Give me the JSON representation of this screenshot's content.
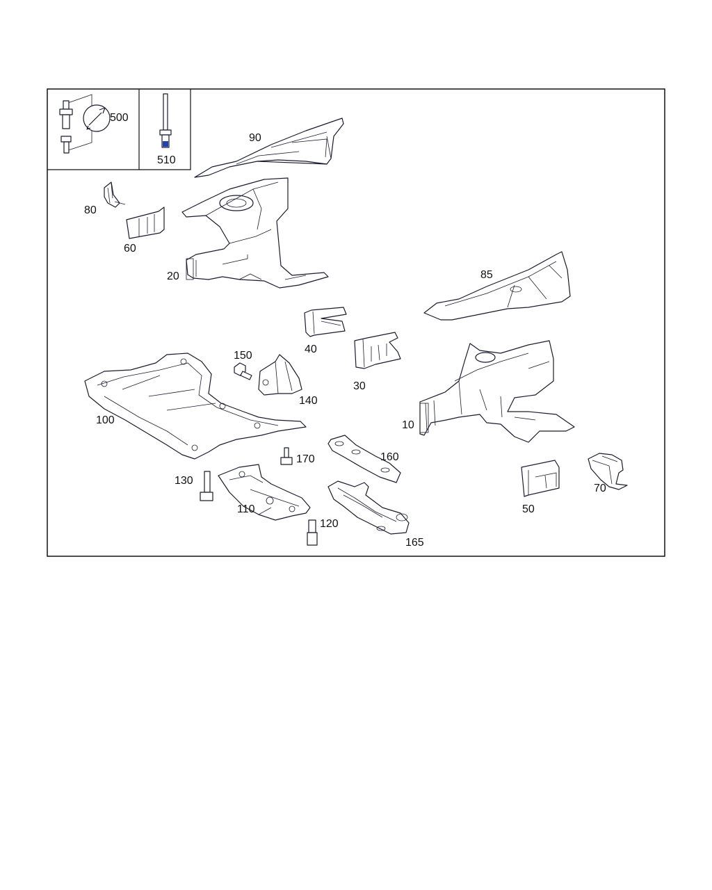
{
  "colors": {
    "line": "#1a1a2e",
    "frame": "#111111",
    "accent": "#2244aa"
  },
  "labels": {
    "p500": "500",
    "p510": "510",
    "p90": "90",
    "p80": "80",
    "p60": "60",
    "p20": "20",
    "p85": "85",
    "p40": "40",
    "p30": "30",
    "p150": "150",
    "p140": "140",
    "p100": "100",
    "p10": "10",
    "p170": "170",
    "p160": "160",
    "p130": "130",
    "p110": "110",
    "p120": "120",
    "p165": "165",
    "p50": "50",
    "p70": "70"
  }
}
